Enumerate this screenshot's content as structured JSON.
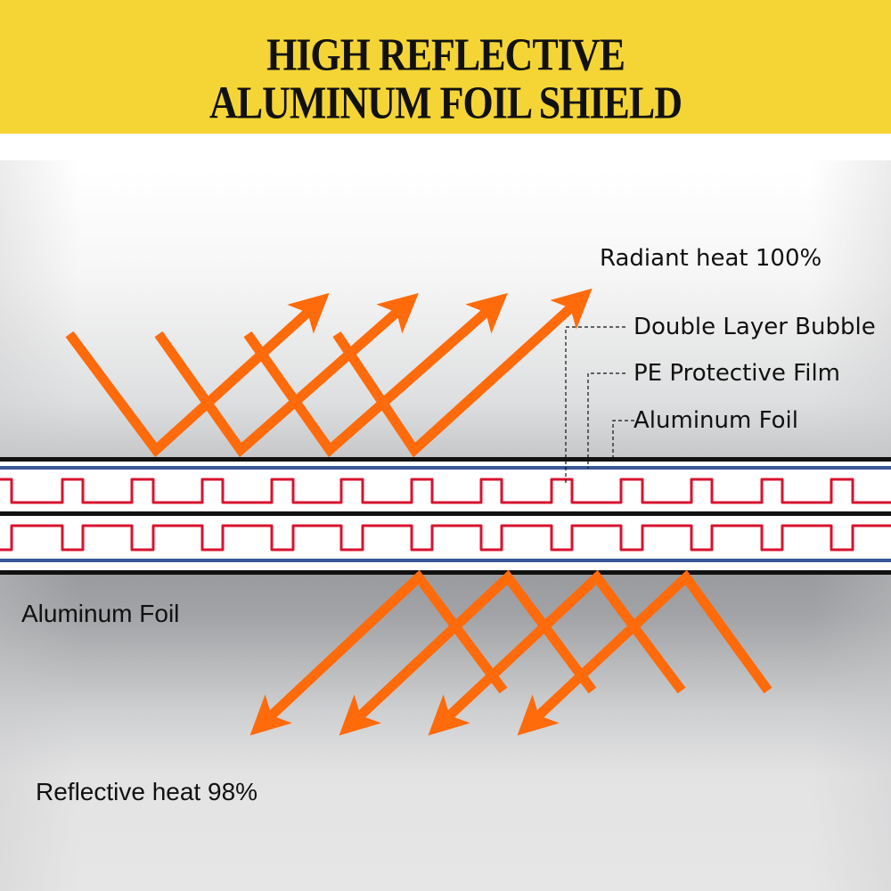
{
  "header": {
    "title_line1": "HIGH REFLECTIVE",
    "title_line2": "ALUMINUM FOIL SHIELD",
    "background_color": "#f5d535"
  },
  "labels": {
    "radiant_heat": "Radiant heat 100%",
    "double_layer_bubble": "Double Layer Bubble",
    "pe_protective_film": "PE Protective Film",
    "aluminum_foil_top": "Aluminum Foil",
    "aluminum_foil_bottom": "Aluminum Foil",
    "reflective_heat": "Reflective heat 98%"
  },
  "colors": {
    "arrow": "#ff6a0a",
    "bubble": "#d8132f",
    "film": "#3a5896",
    "foil": "#111111"
  },
  "layers": [
    "Aluminum Foil",
    "PE Protective Film",
    "Double Layer Bubble",
    "PE Protective Film",
    "Aluminum Foil"
  ],
  "arrows": {
    "incoming_count": 4,
    "reflected_count": 4,
    "icon": "orange-zigzag-arrow"
  }
}
